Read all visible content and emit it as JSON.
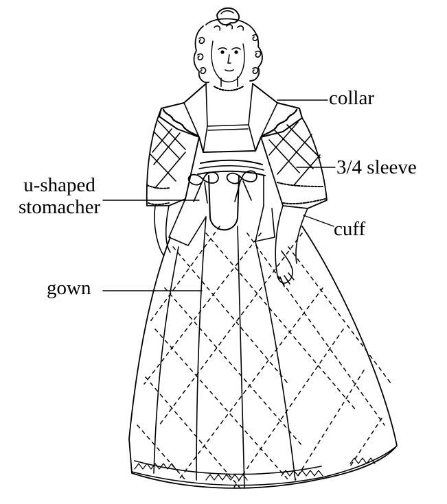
{
  "figure": {
    "labels": {
      "collar": "collar",
      "sleeve": "3/4 sleeve",
      "stomacher_line1": "u-shaped",
      "stomacher_line2": "stomacher",
      "cuff": "cuff",
      "gown": "gown"
    },
    "colors": {
      "ink": "#000000",
      "paper": "#ffffff"
    }
  }
}
